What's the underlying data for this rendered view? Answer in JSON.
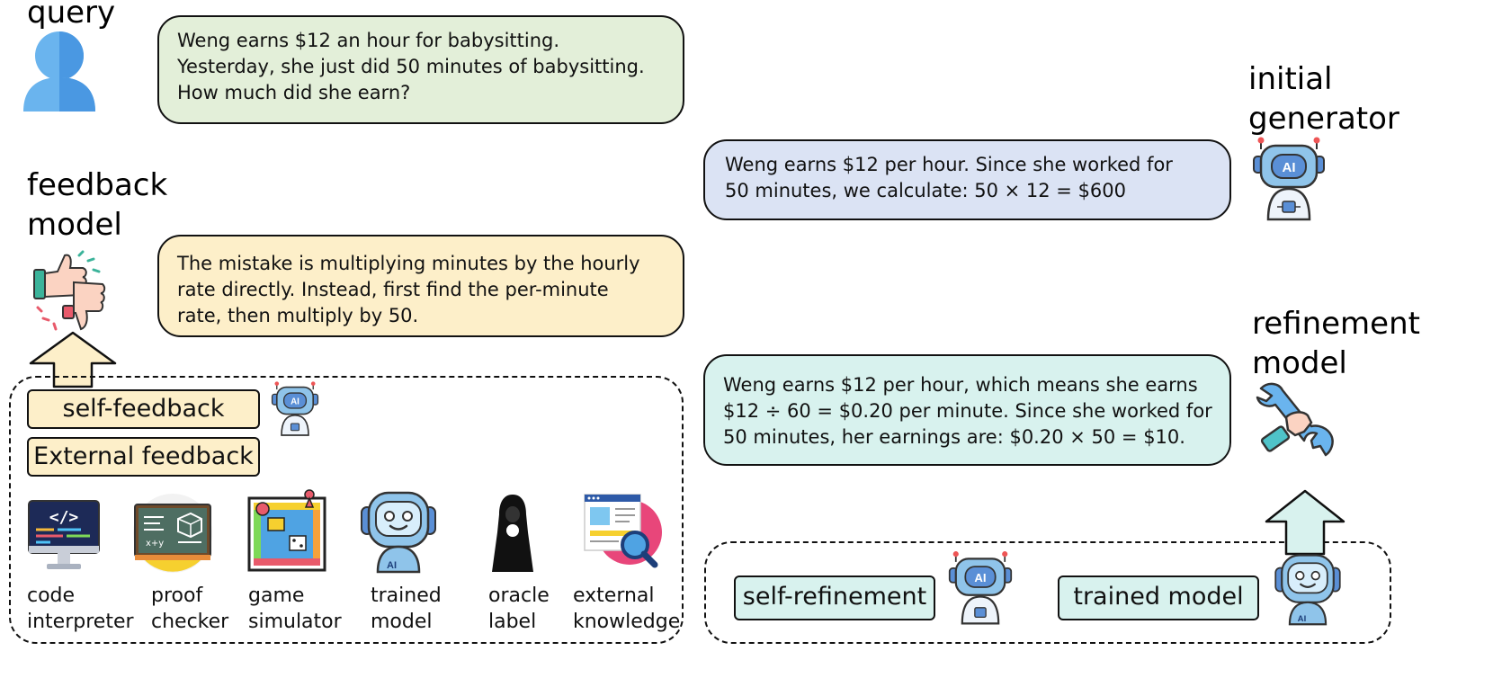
{
  "labels": {
    "query": "query",
    "initial_generator": [
      "initial",
      "generator"
    ],
    "feedback_model": [
      "feedback",
      "model"
    ],
    "refinement_model": [
      "refinement",
      "model"
    ]
  },
  "query_bubble": {
    "lines": [
      "Weng earns $12 an hour for babysitting.",
      "Yesterday, she just did 50 minutes of babysitting.",
      "How much did she earn?"
    ],
    "fill": "#e3efd9"
  },
  "initial_bubble": {
    "lines": [
      "Weng earns $12 per hour. Since she worked for",
      "50 minutes, we calculate: 50 × 12 = $600"
    ],
    "fill": "#dbe3f4"
  },
  "feedback_bubble": {
    "lines": [
      "The mistake is multiplying minutes by the hourly",
      "rate directly. Instead, first find the per-minute",
      "rate, then multiply by 50."
    ],
    "fill": "#fdefc9"
  },
  "refined_bubble": {
    "lines": [
      "Weng earns $12 per hour, which means she earns",
      "$12 ÷ 60 = $0.20 per minute. Since she worked for",
      "50 minutes, her earnings are: $0.20 × 50 = $10."
    ],
    "fill": "#d8f2ee"
  },
  "feedback_types": {
    "self": "self-feedback",
    "external": "External feedback",
    "fill": "#fdefc9"
  },
  "feedback_sources": [
    {
      "icon": "code-interpreter-icon",
      "lines": [
        "code",
        "interpreter"
      ]
    },
    {
      "icon": "proof-checker-icon",
      "lines": [
        "proof",
        "checker"
      ]
    },
    {
      "icon": "game-simulator-icon",
      "lines": [
        "game",
        "simulator"
      ]
    },
    {
      "icon": "trained-model-robot-icon",
      "lines": [
        "trained",
        "model"
      ]
    },
    {
      "icon": "oracle-icon",
      "lines": [
        "oracle",
        "label"
      ]
    },
    {
      "icon": "external-knowledge-icon",
      "lines": [
        "external",
        "knowledge"
      ]
    }
  ],
  "refinement_types": {
    "self": "self-refinement",
    "trained": "trained model",
    "fill": "#d8f2ee"
  },
  "colors": {
    "robot_blue": "#8fc4ea",
    "robot_dark": "#5a8fd6",
    "user_blue": "#5aa8ea",
    "arrow_yellow": "#fdefc9",
    "arrow_teal": "#d8f2ee"
  }
}
